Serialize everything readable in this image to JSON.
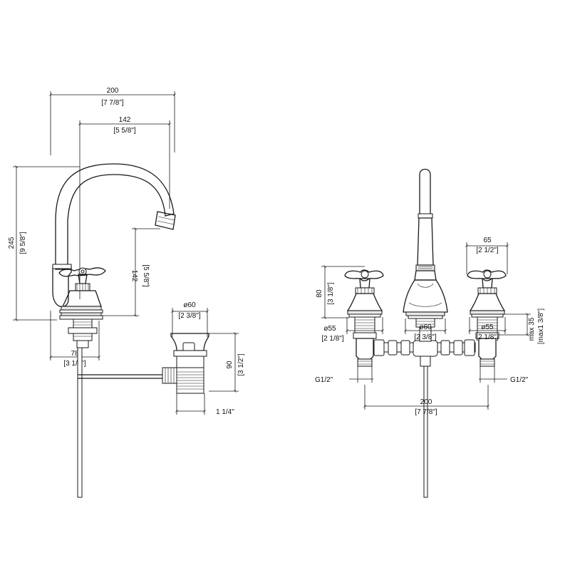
{
  "side_view": {
    "overall_width": {
      "mm": "200",
      "in": "[7 7/8\"]"
    },
    "spout_reach": {
      "mm": "142",
      "in": "[5 5/8\"]"
    },
    "total_height": {
      "mm": "245",
      "in": "[9 5/8\"]"
    },
    "spout_clearance": {
      "mm": "142",
      "in": "[5 5/8\"]"
    },
    "base_width": {
      "mm": "78",
      "in": "[3 1/8\"]"
    }
  },
  "drain_view": {
    "diameter": {
      "mm": "ø60",
      "in": "[2 3/8\"]"
    },
    "height": {
      "mm": "90",
      "in": "[3 1/2\"]"
    },
    "thread": "1 1/4\""
  },
  "front_view": {
    "handle_height": {
      "mm": "80",
      "in": "[3 1/8\"]"
    },
    "handle_span": {
      "mm": "65",
      "in": "[2 1/2\"]"
    },
    "left_base_diameter": {
      "mm": "ø55",
      "in": "[2 1/8\"]"
    },
    "center_base_diameter": {
      "mm": "ø60",
      "in": "[2 3/8\"]"
    },
    "right_base_diameter": {
      "mm": "ø55",
      "in": "[2 1/8\"]"
    },
    "max_deck": {
      "mm": "max 35",
      "in": "[max1 3/8\"]"
    },
    "left_connection": "G1/2\"",
    "right_connection": "G1/2\"",
    "centers": {
      "mm": "200",
      "in": "[7 7/8\"]"
    }
  }
}
